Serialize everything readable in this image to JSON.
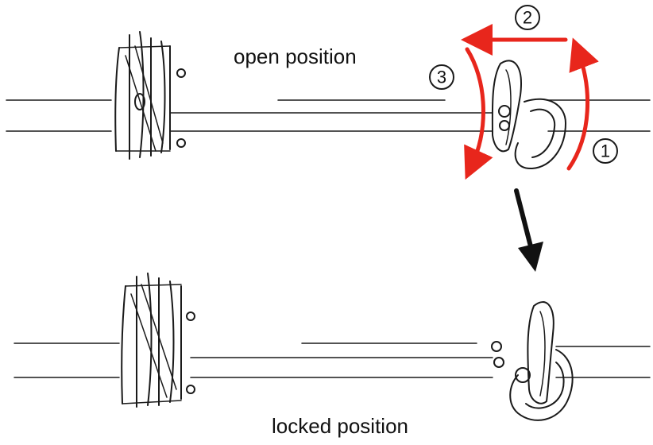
{
  "labels": {
    "open": "open position",
    "locked": "locked position"
  },
  "steps": [
    "1",
    "2",
    "3"
  ],
  "colors": {
    "arrow_red": "#e8261c",
    "ink": "#1a1a1a",
    "arrow_black": "#111111"
  }
}
